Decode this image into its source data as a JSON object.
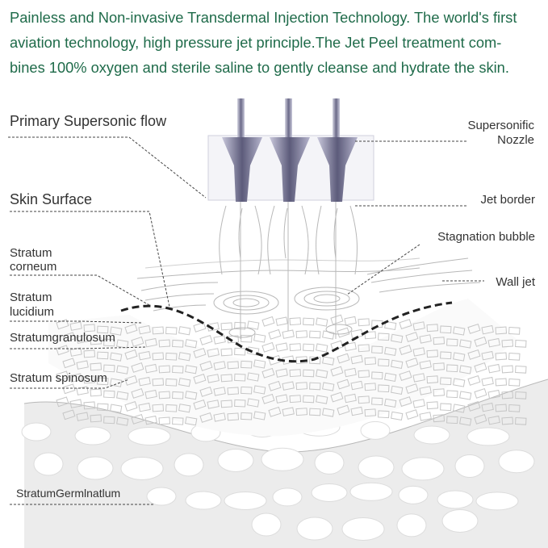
{
  "intro": {
    "line1": "Painless and Non-invasive Transdermal Injection Technology. The world's first",
    "line2": "aviation technology, high pressure jet principle.The Jet Peel treatment com-",
    "line3": "bines 100% oxygen and sterile saline to gently cleanse and hydrate the skin."
  },
  "labels": {
    "primary_flow": "Primary  Supersonic  flow",
    "skin_surface": "Skin  Surface",
    "corneum_1": "Stratum",
    "corneum_2": "corneum",
    "lucidium_1": "Stratum",
    "lucidium_2": "lucidium",
    "granulosum": "Stratumgranulosum",
    "spinosum": "Stratum spinosum",
    "germinatlum": "StratumGermlnatlum",
    "nozzle_1": "Supersonific",
    "nozzle_2": "Nozzle",
    "jet_border": "Jet border",
    "stagnation": "Stagnation bubble",
    "wall_jet": "Wall jet"
  },
  "colors": {
    "intro_text": "#1f6b4a",
    "nozzle": "#6f6e8c",
    "nozzle_light": "#a9a8c4",
    "cells": "#e3e3e3",
    "skin_line": "#222222"
  }
}
